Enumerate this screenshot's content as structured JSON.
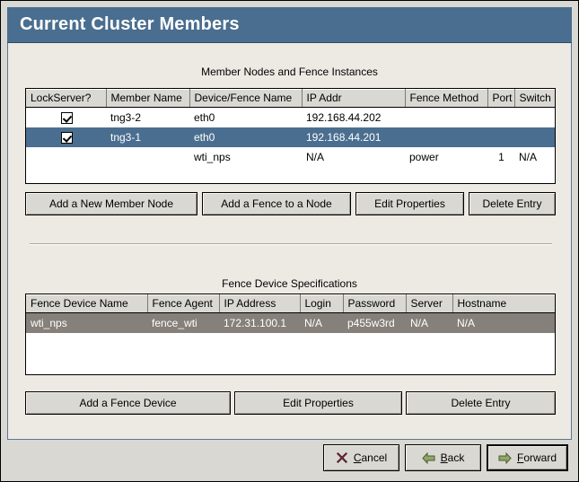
{
  "window": {
    "title": "Current Cluster Members"
  },
  "members_section": {
    "title": "Member Nodes and Fence Instances",
    "columns": [
      "LockServer?",
      "Member Name",
      "Device/Fence Name",
      "IP Addr",
      "Fence Method",
      "Port",
      "Switch"
    ],
    "rows": [
      {
        "state": "plain",
        "lockserver": "checked",
        "member_name": "tng3-2",
        "device_fence_name": "eth0",
        "ip_addr": "192.168.44.202",
        "fence_method": "",
        "port": "",
        "switch": ""
      },
      {
        "state": "selected-focus",
        "lockserver": "checked",
        "member_name": "tng3-1",
        "device_fence_name": "eth0",
        "ip_addr": "192.168.44.201",
        "fence_method": "",
        "port": "",
        "switch": ""
      },
      {
        "state": "plain",
        "lockserver": "",
        "member_name": "",
        "device_fence_name": "wti_nps",
        "ip_addr": "N/A",
        "fence_method": "power",
        "port": "1",
        "switch": "N/A"
      }
    ],
    "buttons": {
      "add_member": "Add a New Member Node",
      "add_fence": "Add a Fence to a Node",
      "edit_properties": "Edit Properties",
      "delete_entry": "Delete Entry"
    }
  },
  "fence_section": {
    "title": "Fence Device Specifications",
    "columns": [
      "Fence Device Name",
      "Fence Agent",
      "IP Address",
      "Login",
      "Password",
      "Server",
      "Hostname"
    ],
    "rows": [
      {
        "state": "selected-unfocus",
        "device_name": "wti_nps",
        "agent": "fence_wti",
        "ip_address": "172.31.100.1",
        "login": "N/A",
        "password": "p455w3rd",
        "server": "N/A",
        "hostname": "N/A"
      }
    ],
    "buttons": {
      "add_device": "Add a Fence Device",
      "edit_properties": "Edit Properties",
      "delete_entry": "Delete Entry"
    }
  },
  "navigation": {
    "cancel": {
      "prefix": "",
      "mnemonic": "C",
      "suffix": "ancel",
      "icon": "cancel-x-icon"
    },
    "back": {
      "prefix": "",
      "mnemonic": "B",
      "suffix": "ack",
      "icon": "arrow-left-icon"
    },
    "forward": {
      "prefix": "",
      "mnemonic": "F",
      "suffix": "orward",
      "icon": "arrow-right-icon"
    }
  },
  "colors": {
    "titlebar": "#4a6e8f",
    "selection_focus": "#4a6e8f",
    "selection_unfocus": "#85807a",
    "panel_bg": "#edeae4",
    "dialog_bg": "#d9d8d2",
    "arrow_green": "#7f9a5c",
    "cancel_red": "#993344"
  }
}
